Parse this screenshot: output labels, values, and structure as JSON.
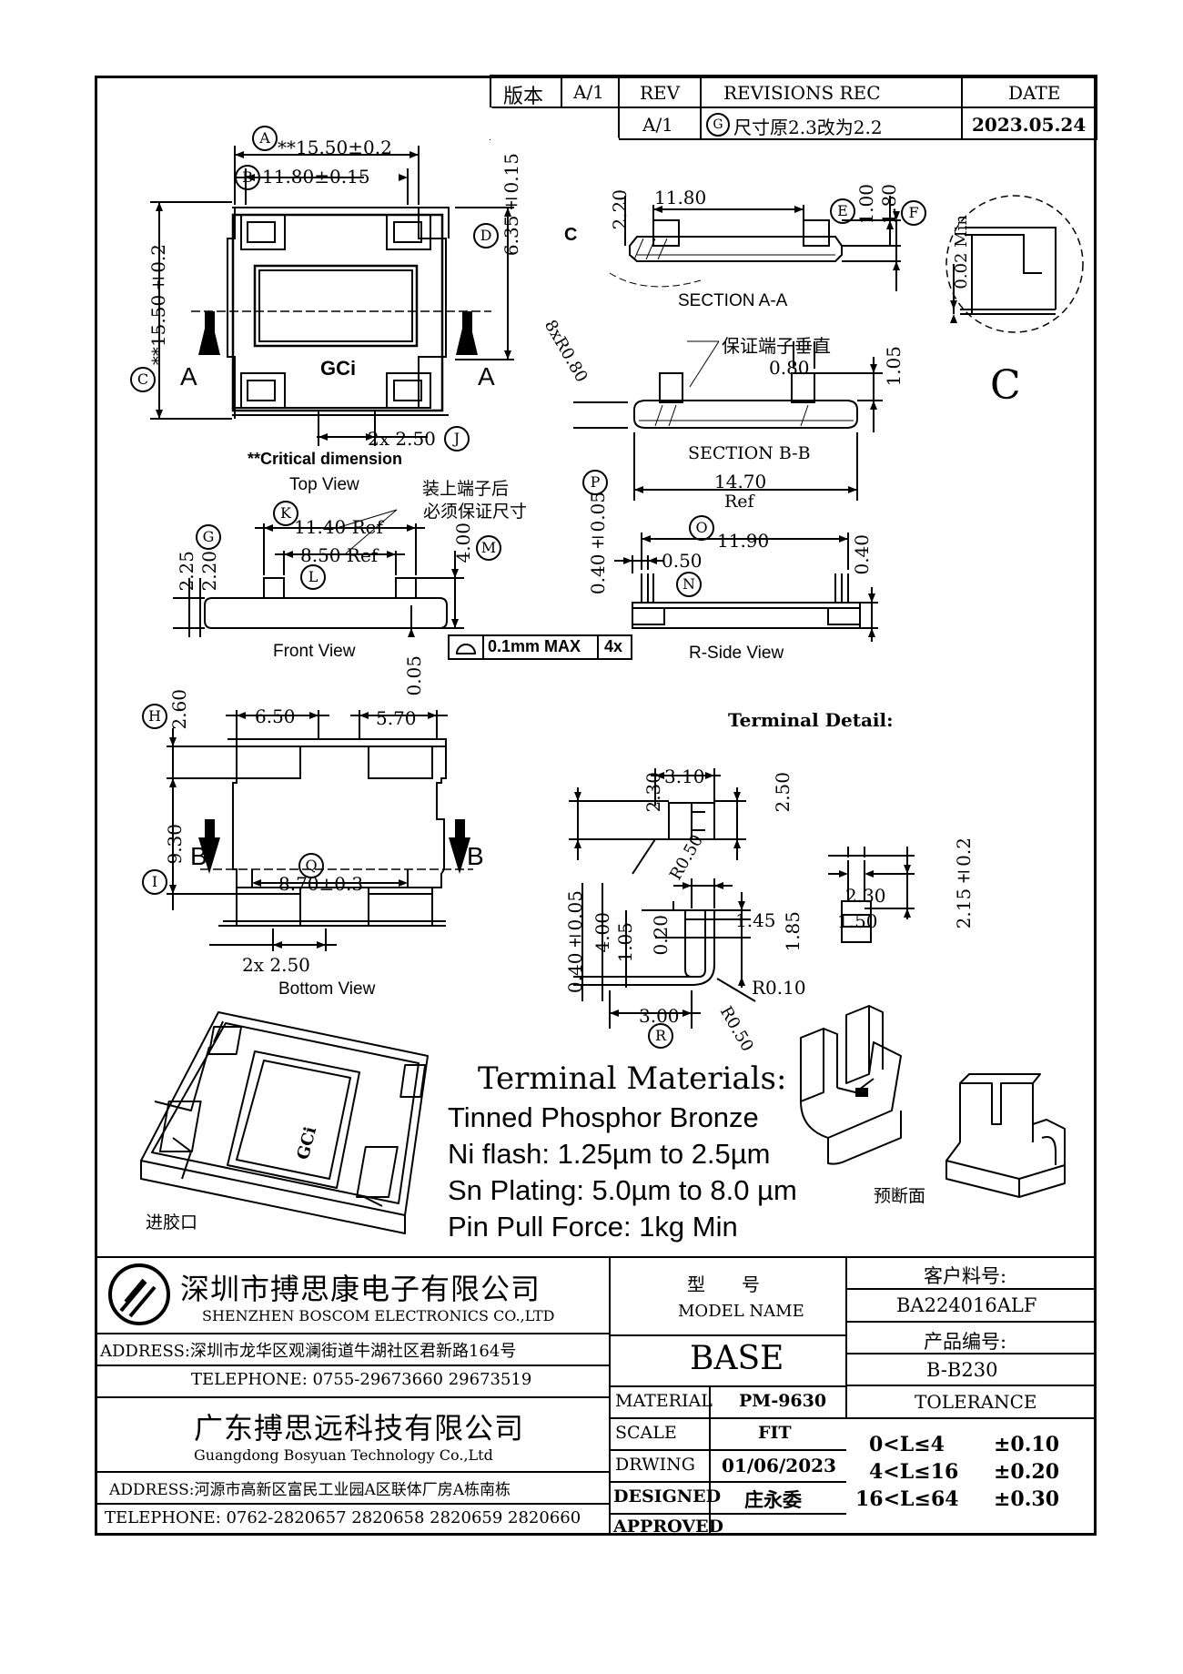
{
  "revision_table": {
    "version_label": "版本",
    "version_value": "A/1",
    "rev_header": "REV",
    "revisions_header": "REVISIONS REC",
    "date_header": "DATE",
    "rows": [
      {
        "rev": "A/1",
        "marker": "G",
        "text": "尺寸原2.3改为2.2",
        "date": "2023.05.24"
      }
    ]
  },
  "top_view": {
    "dims": {
      "a": "**15.50±0.2",
      "b": "11.80±0.15",
      "c": "**15.50±0.2",
      "d": "6.35±0.15",
      "j": "2x 2.50"
    },
    "markers": {
      "a": "A",
      "b": "B",
      "c": "C",
      "d": "D",
      "j": "J"
    },
    "logo_text": "GCi",
    "section_letter": "A",
    "critical_note": "**Critical dimension",
    "caption": "Top View"
  },
  "section_aa": {
    "caption": "SECTION A-A",
    "dims": {
      "width": "11.80",
      "height": "2.20",
      "e": "1.00",
      "f": "1.80",
      "c_label": "C"
    },
    "markers": {
      "e": "E",
      "f": "F"
    }
  },
  "detail_c": {
    "label": "C",
    "dim": "0.02 Min"
  },
  "section_bb": {
    "caption": "SECTION B-B",
    "note": "保证端子垂直",
    "dims": {
      "radius": "8xR0.80",
      "d1": "0.80",
      "d2": "1.05",
      "width": "14.70",
      "ref": "Ref",
      "p": "0.40±0.05"
    },
    "markers": {
      "p": "P"
    }
  },
  "front_view": {
    "caption": "Front View",
    "note_line1": "装上端子后",
    "note_line2": "必须保证尺寸",
    "dims": {
      "k": "11.40 Ref",
      "l": "8.50 Ref",
      "g_a": "2.25",
      "g_b": "2.20",
      "m": "4.00",
      "bottom": "0.05"
    },
    "markers": {
      "k": "K",
      "l": "L",
      "g": "G",
      "m": "M"
    }
  },
  "flatness": {
    "value": "0.1mm MAX",
    "count": "4x"
  },
  "rside_view": {
    "caption": "R-Side View",
    "dims": {
      "o": "11.90",
      "n": "0.50",
      "r": "0.40"
    },
    "markers": {
      "o": "O",
      "n": "N"
    }
  },
  "bottom_view": {
    "caption": "Bottom View",
    "dims": {
      "w1": "6.50",
      "w2": "5.70",
      "h": "2.60",
      "i": "9.30",
      "q": "8.70±0.3",
      "pitch": "2x 2.50"
    },
    "markers": {
      "h": "H",
      "i": "I",
      "q": "Q"
    },
    "section_letter": "B"
  },
  "terminal_detail": {
    "title": "Terminal Detail:",
    "dims": {
      "a": "2.30",
      "b": "3.10",
      "c": "2.50",
      "r1": "R0.50",
      "d": "0.40±0.05",
      "e": "4.00",
      "f": "1.05",
      "g": "0.20",
      "h": "1.45",
      "i": "1.85",
      "r2": "R0.10",
      "j": "3.00",
      "r3": "R0.50",
      "k": "2.30",
      "l": "1.50",
      "m": "2.15±0.2"
    },
    "markers": {
      "r": "R"
    }
  },
  "materials": {
    "title": "Terminal Materials:",
    "lines": [
      "Tinned Phosphor Bronze",
      "Ni flash: 1.25µm to 2.5µm",
      "Sn Plating: 5.0µm to 8.0 µm",
      "Pin Pull Force:  1kg Min"
    ]
  },
  "iso_labels": {
    "inlet": "进胶口",
    "pre_break": "预断面"
  },
  "title_block": {
    "company_cn": "深圳市搏思康电子有限公司",
    "company_en": "SHENZHEN BOSCOM ELECTRONICS CO.,LTD",
    "address1": "ADDRESS:深圳市龙华区观澜街道牛湖社区君新路164号",
    "telephone1": "TELEPHONE: 0755-29673660 29673519",
    "company2_cn": "广东搏思远科技有限公司",
    "company2_en": "Guangdong Bosyuan Technology Co.,Ltd",
    "address2": "ADDRESS:河源市高新区富民工业园A区联体厂房A栋南栋",
    "telephone2": "TELEPHONE: 0762-2820657 2820658 2820659 2820660",
    "model_cn": "型　　号",
    "model_en": "MODEL NAME",
    "model_value": "BASE",
    "customer_no_label": "客户料号:",
    "customer_no": "BA224016ALF",
    "product_no_label": "产品编号:",
    "product_no": "B-B230",
    "tolerance_label": "TOLERANCE",
    "rows": [
      {
        "label": "MATERIAL",
        "value": "PM-9630"
      },
      {
        "label": "SCALE",
        "value": "FIT"
      },
      {
        "label": "DRWING",
        "value": "01/06/2023"
      },
      {
        "label": "DESIGNED",
        "value": "庄永委"
      },
      {
        "label": "APPROVED",
        "value": ""
      }
    ],
    "tolerances": [
      {
        "range": "0<L≤4",
        "tol": "±0.10"
      },
      {
        "range": "4<L≤16",
        "tol": "±0.20"
      },
      {
        "range": "16<L≤64",
        "tol": "±0.30"
      }
    ]
  }
}
